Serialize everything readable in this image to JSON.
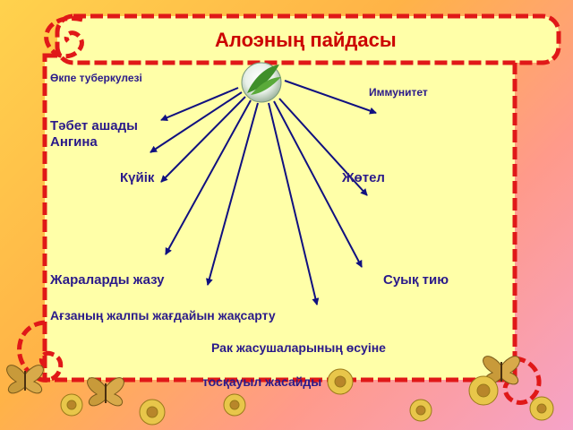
{
  "title": "Алоэның пайдасы",
  "colors": {
    "scroll_fill": "#ffffa8",
    "scroll_border": "#e01818",
    "text": "#2a1a8a",
    "title": "#cc0000",
    "arrows": "#101080"
  },
  "benefits": [
    "Өкпе туберкулезі",
    "Иммунитет",
    "Тәбет ашады",
    "Ангина",
    "Күйік",
    "Жөтел",
    "Жараларды жазу",
    "Суық тию",
    "Ағзаның жалпы жағдайын жақсарту",
    "Рак жасушаларының өсуіне",
    "тосқауыл жасайды"
  ],
  "center_icon": "aloe-leaf-icon",
  "decorations": [
    "butterfly-icon",
    "flower-icon"
  ]
}
